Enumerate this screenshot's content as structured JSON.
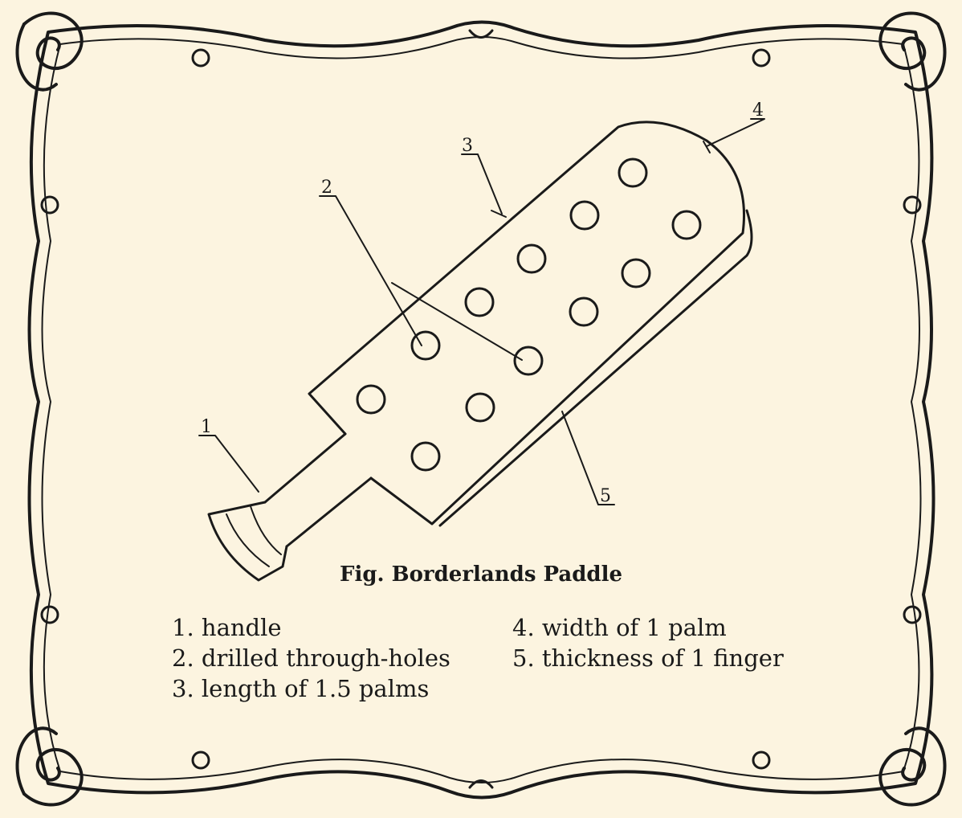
{
  "figure": {
    "caption": "Fig. Borderlands Paddle",
    "callouts": [
      "1",
      "2",
      "3",
      "4",
      "5"
    ]
  },
  "legend": {
    "left": [
      "1. handle",
      "2. drilled through-holes",
      "3. length of 1.5 palms"
    ],
    "right": [
      "4. width of 1 palm",
      "5. thickness of 1 finger"
    ]
  },
  "colors": {
    "paper": "#fcf4e0",
    "ink": "#1a1a1a"
  }
}
